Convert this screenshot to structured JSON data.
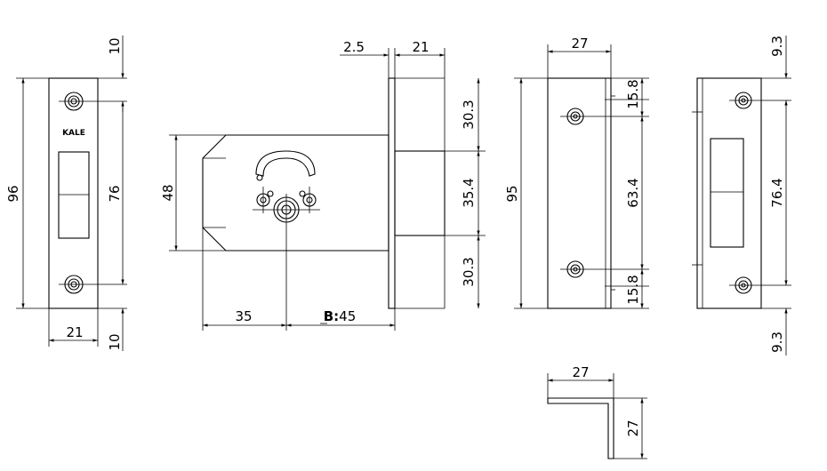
{
  "strike_front": {
    "brand": "KALE",
    "dim_top": "10",
    "dim_height": "96",
    "dim_holes": "76",
    "dim_width": "21",
    "dim_bottom": "10"
  },
  "lock_body": {
    "dim_face_thickness": "2.5",
    "dim_case_depth": "21",
    "dim_upper": "30.3",
    "dim_middle": "35.4",
    "dim_lower": "30.3",
    "dim_body_height": "48",
    "dim_offset": "35",
    "backset_prefix": "B:",
    "backset_value": "45"
  },
  "faceplate_side": {
    "dim_width": "27",
    "dim_height": "95",
    "dim_top_hole": "15.8",
    "dim_holes": "63.4",
    "dim_bottom_hole": "15.8"
  },
  "strike_side": {
    "dim_top": "9.3",
    "dim_holes": "76.4",
    "dim_bottom": "9.3"
  },
  "angle_section": {
    "dim_width": "27",
    "dim_height": "27"
  }
}
